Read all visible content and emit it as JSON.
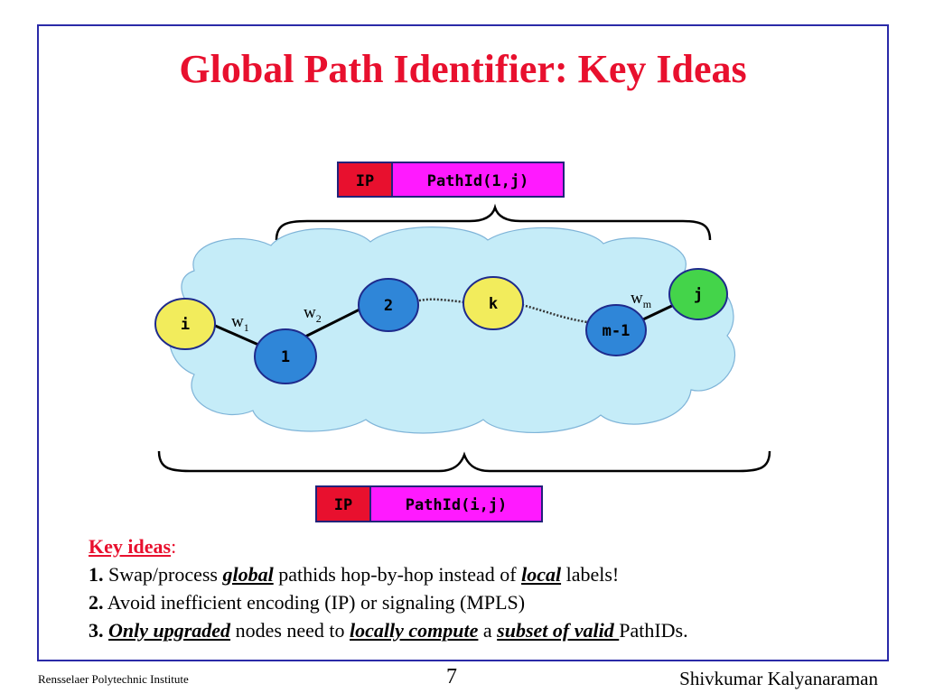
{
  "slide": {
    "title": "Global Path Identifier: Key Ideas",
    "page_number": "7",
    "footer_left": "Rensselaer Polytechnic Institute",
    "footer_right": "Shivkumar Kalyanaraman"
  },
  "top_header": {
    "ip": "IP",
    "pathid": "PathId(1,j)"
  },
  "bottom_header": {
    "ip": "IP",
    "pathid": "PathId(i,j)"
  },
  "nodes": [
    {
      "id": "i",
      "label": "i",
      "color": "#f2ec5c"
    },
    {
      "id": "1",
      "label": "1",
      "color": "#2f86d8"
    },
    {
      "id": "2",
      "label": "2",
      "color": "#2f86d8"
    },
    {
      "id": "k",
      "label": "k",
      "color": "#f2ec5c"
    },
    {
      "id": "m-1",
      "label": "m-1",
      "color": "#2f86d8"
    },
    {
      "id": "j",
      "label": "j",
      "color": "#44d44a"
    }
  ],
  "weights": {
    "w1": {
      "base": "w",
      "sub": "1"
    },
    "w2": {
      "base": "w",
      "sub": "2"
    },
    "wm": {
      "base": "w",
      "sub": "m"
    }
  },
  "colors": {
    "title": "#e8102e",
    "ip_box": "#e8102e",
    "pathid_box": "#ff1aff",
    "cloud": "#c5ecf8",
    "frame": "#2a2aa8"
  },
  "key_ideas": {
    "heading": "Key ideas",
    "colon": ":",
    "item1": {
      "num": "1.",
      "p1": " Swap/process ",
      "b1": "global",
      "p2": " pathids hop-by-hop instead of ",
      "b2": "local",
      "p3": " labels!"
    },
    "item2": {
      "num": "2.",
      "p1": " Avoid inefficient encoding (IP) or signaling (MPLS)"
    },
    "item3": {
      "num": "3.",
      "b1": "Only upgraded",
      "p1": " nodes need to ",
      "b2": "locally compute",
      "p2": " a ",
      "b3": "subset of valid ",
      "p3": "PathIDs."
    }
  }
}
